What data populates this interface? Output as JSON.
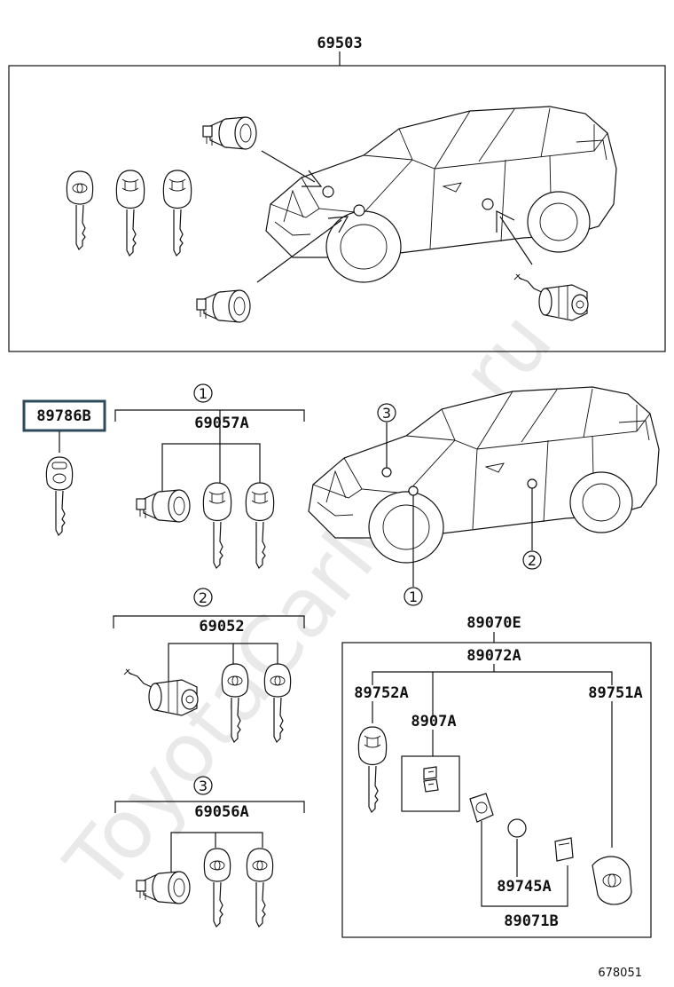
{
  "diagram": {
    "top_group_code": "69503",
    "highlighted_code": "89786B",
    "watermark": "ToyotaCarMine.ru",
    "figure_number": "678051",
    "groups": [
      {
        "marker": "1",
        "code": "69057A"
      },
      {
        "marker": "2",
        "code": "69052"
      },
      {
        "marker": "3",
        "code": "69056A"
      }
    ],
    "car_callouts": [
      "3",
      "1",
      "2"
    ],
    "kit": {
      "outer_code": "89070E",
      "inner_code": "89072A",
      "left_code": "89752A",
      "mid_code": "8907A",
      "right_code": "89751A",
      "battery_code": "89745A",
      "case_code": "89071B"
    },
    "colors": {
      "highlight_border": "#2c4a5a",
      "line": "#111111"
    }
  }
}
